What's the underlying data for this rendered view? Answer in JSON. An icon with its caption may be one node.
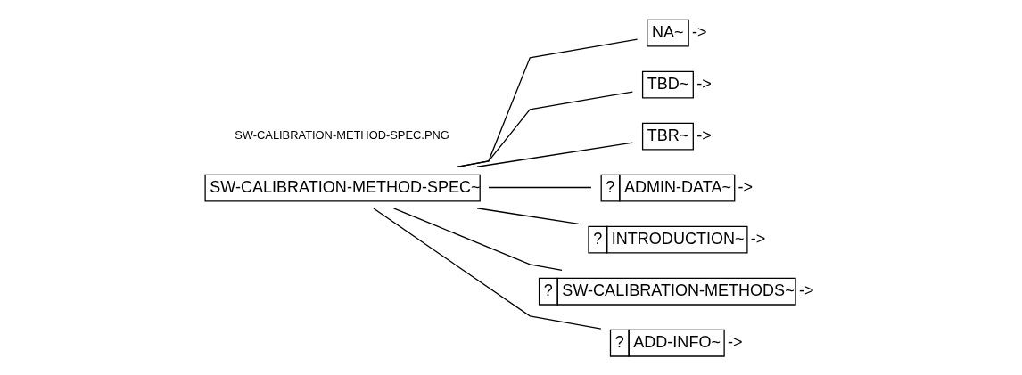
{
  "diagram": {
    "nodes": [
      {
        "text": [
          "SW-CALIBRATION-METHOD-SPEC~"
        ]
      },
      {
        "text": [
          "NA~"
        ],
        "beside": [
          "->"
        ]
      },
      {
        "text": [
          "TBD~"
        ],
        "beside": [
          "->"
        ]
      },
      {
        "text": [
          "TBR~"
        ],
        "beside": [
          "->"
        ]
      },
      {
        "text": [
          "?",
          "ADMIN-DATA~"
        ],
        "beside": [
          "->"
        ]
      },
      {
        "text": [
          "?",
          "INTRODUCTION~"
        ],
        "beside": [
          "->"
        ]
      },
      {
        "text": [
          "?",
          "SW-CALIBRATION-METHODS~"
        ],
        "beside": [
          "->"
        ]
      },
      {
        "text": [
          "?",
          "ADD-INFO~"
        ],
        "beside": [
          "->"
        ]
      }
    ],
    "edges": [
      {
        "from": 0,
        "to": 1,
        "arrow": "none"
      },
      {
        "from": 0,
        "to": 2,
        "arrow": "none"
      },
      {
        "from": 0,
        "to": 3,
        "arrow": "none"
      },
      {
        "from": 0,
        "to": 4,
        "arrow": "none"
      },
      {
        "from": 0,
        "to": 5,
        "arrow": "none"
      },
      {
        "from": 0,
        "to": 6,
        "arrow": "none"
      },
      {
        "from": 0,
        "to": 7,
        "arrow": "none"
      }
    ],
    "labels": [
      "SW-CALIBRATION-METHOD-SPEC.PNG"
    ]
  }
}
